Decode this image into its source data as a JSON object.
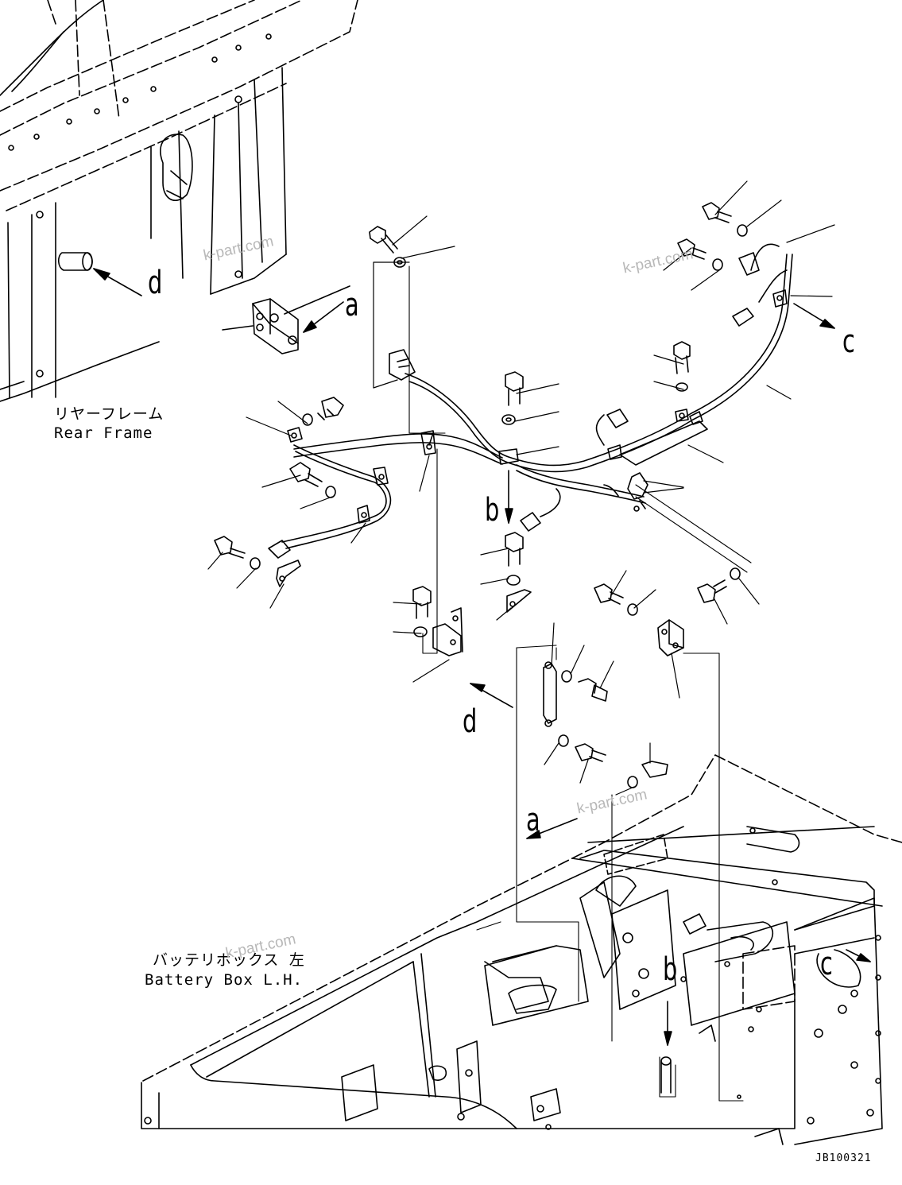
{
  "diagram": {
    "view_letters": {
      "a_top": "a",
      "a_bottom": "a",
      "b_top": "b",
      "b_bottom": "b",
      "c_top": "c",
      "c_bottom": "c",
      "d_top": "d",
      "d_bottom": "d"
    },
    "captions": {
      "rear_frame_jp": "リヤーフレーム",
      "rear_frame_en": "Rear Frame",
      "battery_box_jp": "バッテリボックス 左",
      "battery_box_en": "Battery Box L.H."
    },
    "drawing_code": "JB100321",
    "watermark": "k-part.com",
    "colors": {
      "line": "#000000",
      "watermark": "#b8b8b8",
      "background": "#ffffff"
    }
  }
}
